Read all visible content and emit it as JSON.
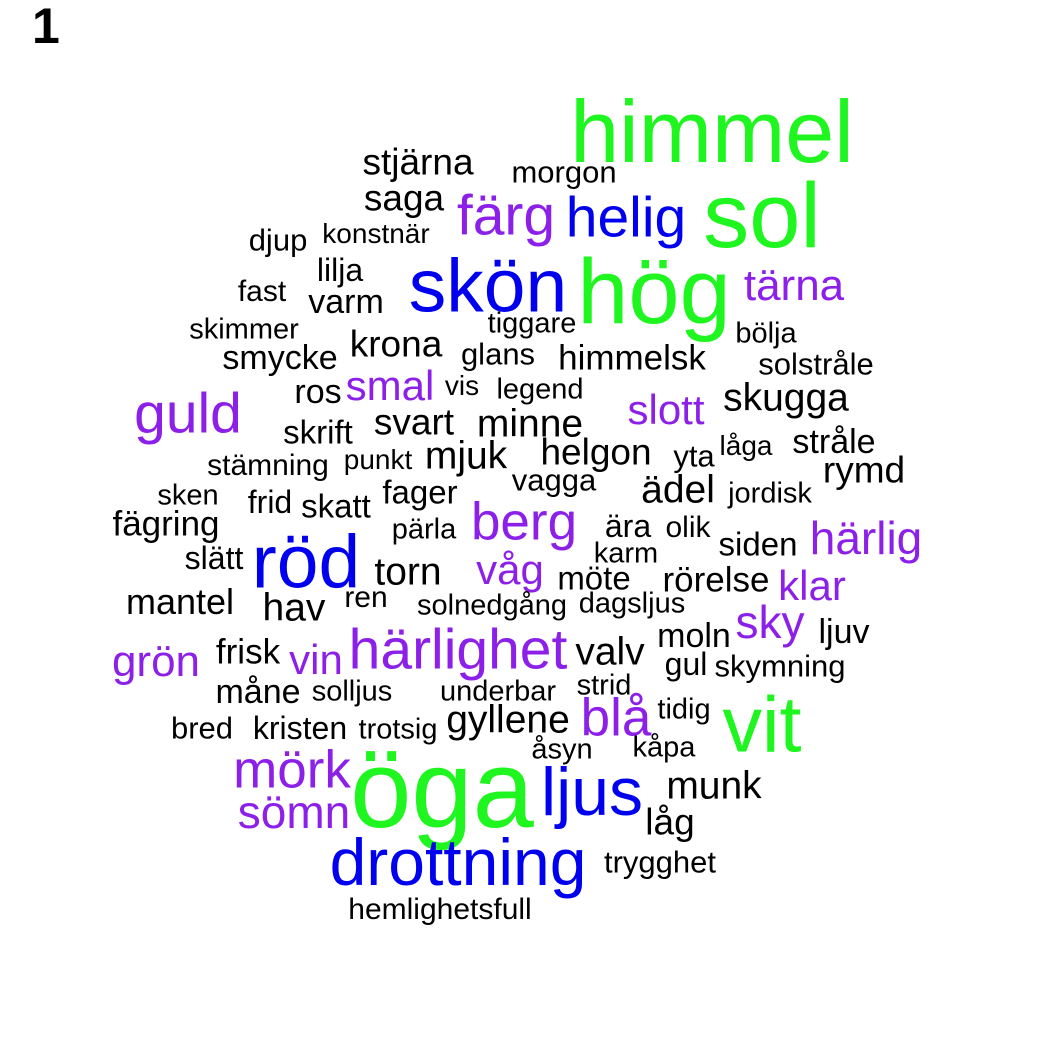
{
  "panel_label": "1",
  "colors": {
    "green": "#1ff51f",
    "blue": "#0000ee",
    "purple": "#8c1fe8",
    "black": "#000000"
  },
  "words": [
    {
      "text": "himmel",
      "group": "green",
      "size": 4.0
    },
    {
      "text": "sol",
      "group": "green",
      "size": 4.2
    },
    {
      "text": "hög",
      "group": "green",
      "size": 4.2
    },
    {
      "text": "vit",
      "group": "green",
      "size": 3.6
    },
    {
      "text": "öga",
      "group": "green",
      "size": 5.0
    },
    {
      "text": "skön",
      "group": "blue",
      "size": 3.4
    },
    {
      "text": "helig",
      "group": "blue",
      "size": 2.6
    },
    {
      "text": "röd",
      "group": "blue",
      "size": 3.4
    },
    {
      "text": "ljus",
      "group": "blue",
      "size": 3.1
    },
    {
      "text": "drottning",
      "group": "blue",
      "size": 3.0
    },
    {
      "text": "färg",
      "group": "purple",
      "size": 2.6
    },
    {
      "text": "tärna",
      "group": "purple",
      "size": 2.0
    },
    {
      "text": "guld",
      "group": "purple",
      "size": 2.6
    },
    {
      "text": "smal",
      "group": "purple",
      "size": 1.9
    },
    {
      "text": "slott",
      "group": "purple",
      "size": 1.9
    },
    {
      "text": "berg",
      "group": "purple",
      "size": 2.4
    },
    {
      "text": "härlig",
      "group": "purple",
      "size": 2.1
    },
    {
      "text": "våg",
      "group": "purple",
      "size": 1.9
    },
    {
      "text": "klar",
      "group": "purple",
      "size": 1.9
    },
    {
      "text": "sky",
      "group": "purple",
      "size": 2.1
    },
    {
      "text": "härlighet",
      "group": "purple",
      "size": 2.6
    },
    {
      "text": "grön",
      "group": "purple",
      "size": 2.0
    },
    {
      "text": "vin",
      "group": "purple",
      "size": 1.9
    },
    {
      "text": "blå",
      "group": "purple",
      "size": 2.4
    },
    {
      "text": "mörk",
      "group": "purple",
      "size": 2.4
    },
    {
      "text": "sömn",
      "group": "purple",
      "size": 2.1
    },
    {
      "text": "stjärna",
      "group": "black",
      "size": 1.7
    },
    {
      "text": "morgon",
      "group": "black",
      "size": 1.4
    },
    {
      "text": "saga",
      "group": "black",
      "size": 1.7
    },
    {
      "text": "djup",
      "group": "black",
      "size": 1.4
    },
    {
      "text": "konstnär",
      "group": "black",
      "size": 1.25
    },
    {
      "text": "lilja",
      "group": "black",
      "size": 1.45
    },
    {
      "text": "fast",
      "group": "black",
      "size": 1.35
    },
    {
      "text": "varm",
      "group": "black",
      "size": 1.55
    },
    {
      "text": "skimmer",
      "group": "black",
      "size": 1.3
    },
    {
      "text": "tiggare",
      "group": "black",
      "size": 1.3
    },
    {
      "text": "bölja",
      "group": "black",
      "size": 1.3
    },
    {
      "text": "smycke",
      "group": "black",
      "size": 1.55
    },
    {
      "text": "krona",
      "group": "black",
      "size": 1.7
    },
    {
      "text": "glans",
      "group": "black",
      "size": 1.4
    },
    {
      "text": "himmelsk",
      "group": "black",
      "size": 1.6
    },
    {
      "text": "solstråle",
      "group": "black",
      "size": 1.4
    },
    {
      "text": "ros",
      "group": "black",
      "size": 1.55
    },
    {
      "text": "vis",
      "group": "black",
      "size": 1.25
    },
    {
      "text": "legend",
      "group": "black",
      "size": 1.3
    },
    {
      "text": "skugga",
      "group": "black",
      "size": 1.75
    },
    {
      "text": "skrift",
      "group": "black",
      "size": 1.5
    },
    {
      "text": "svart",
      "group": "black",
      "size": 1.7
    },
    {
      "text": "minne",
      "group": "black",
      "size": 1.75
    },
    {
      "text": "helgon",
      "group": "black",
      "size": 1.7
    },
    {
      "text": "låga",
      "group": "black",
      "size": 1.25
    },
    {
      "text": "stråle",
      "group": "black",
      "size": 1.55
    },
    {
      "text": "stämning",
      "group": "black",
      "size": 1.35
    },
    {
      "text": "punkt",
      "group": "black",
      "size": 1.25
    },
    {
      "text": "mjuk",
      "group": "black",
      "size": 1.75
    },
    {
      "text": "yta",
      "group": "black",
      "size": 1.4
    },
    {
      "text": "rymd",
      "group": "black",
      "size": 1.7
    },
    {
      "text": "vagga",
      "group": "black",
      "size": 1.4
    },
    {
      "text": "sken",
      "group": "black",
      "size": 1.3
    },
    {
      "text": "frid",
      "group": "black",
      "size": 1.45
    },
    {
      "text": "skatt",
      "group": "black",
      "size": 1.5
    },
    {
      "text": "fager",
      "group": "black",
      "size": 1.5
    },
    {
      "text": "ädel",
      "group": "black",
      "size": 1.75
    },
    {
      "text": "jordisk",
      "group": "black",
      "size": 1.3
    },
    {
      "text": "fägring",
      "group": "black",
      "size": 1.6
    },
    {
      "text": "pärla",
      "group": "black",
      "size": 1.3
    },
    {
      "text": "ära",
      "group": "black",
      "size": 1.45
    },
    {
      "text": "olik",
      "group": "black",
      "size": 1.35
    },
    {
      "text": "siden",
      "group": "black",
      "size": 1.5
    },
    {
      "text": "slätt",
      "group": "black",
      "size": 1.45
    },
    {
      "text": "karm",
      "group": "black",
      "size": 1.3
    },
    {
      "text": "torn",
      "group": "black",
      "size": 1.75
    },
    {
      "text": "möte",
      "group": "black",
      "size": 1.5
    },
    {
      "text": "rörelse",
      "group": "black",
      "size": 1.6
    },
    {
      "text": "mantel",
      "group": "black",
      "size": 1.65
    },
    {
      "text": "ren",
      "group": "black",
      "size": 1.35
    },
    {
      "text": "hav",
      "group": "black",
      "size": 1.75
    },
    {
      "text": "solnedgång",
      "group": "black",
      "size": 1.3
    },
    {
      "text": "dagsljus",
      "group": "black",
      "size": 1.3
    },
    {
      "text": "moln",
      "group": "black",
      "size": 1.55
    },
    {
      "text": "ljuv",
      "group": "black",
      "size": 1.55
    },
    {
      "text": "frisk",
      "group": "black",
      "size": 1.6
    },
    {
      "text": "valv",
      "group": "black",
      "size": 1.75
    },
    {
      "text": "gul",
      "group": "black",
      "size": 1.45
    },
    {
      "text": "skymning",
      "group": "black",
      "size": 1.4
    },
    {
      "text": "måne",
      "group": "black",
      "size": 1.55
    },
    {
      "text": "solljus",
      "group": "black",
      "size": 1.3
    },
    {
      "text": "underbar",
      "group": "black",
      "size": 1.3
    },
    {
      "text": "strid",
      "group": "black",
      "size": 1.3
    },
    {
      "text": "tidig",
      "group": "black",
      "size": 1.3
    },
    {
      "text": "bred",
      "group": "black",
      "size": 1.4
    },
    {
      "text": "kristen",
      "group": "black",
      "size": 1.45
    },
    {
      "text": "trotsig",
      "group": "black",
      "size": 1.3
    },
    {
      "text": "gyllene",
      "group": "black",
      "size": 1.75
    },
    {
      "text": "åsyn",
      "group": "black",
      "size": 1.3
    },
    {
      "text": "kåpa",
      "group": "black",
      "size": 1.3
    },
    {
      "text": "munk",
      "group": "black",
      "size": 1.75
    },
    {
      "text": "låg",
      "group": "black",
      "size": 1.7
    },
    {
      "text": "trygghet",
      "group": "black",
      "size": 1.4
    },
    {
      "text": "hemlighetsfull",
      "group": "black",
      "size": 1.35
    }
  ]
}
